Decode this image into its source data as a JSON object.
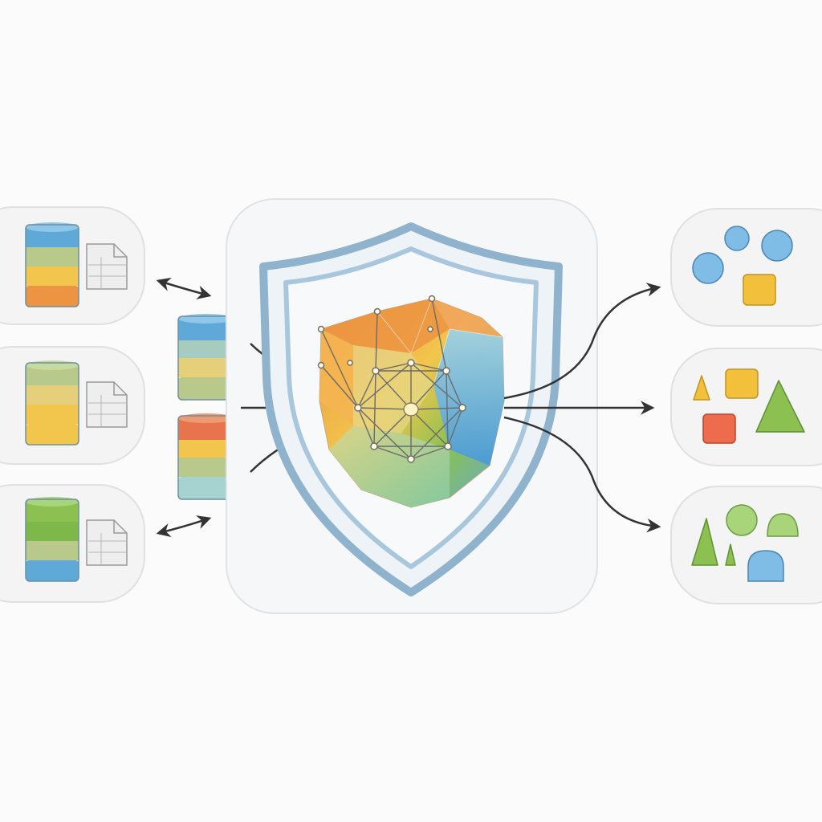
{
  "palette": {
    "background": "#fbfbfb",
    "panel_fill": "#f4f4f4",
    "panel_stroke": "#e0e0e0",
    "shield_outer": "#8fb3cc",
    "shield_inner": "#a9c7dc",
    "arrow": "#333333",
    "blue": "#5fa9d9",
    "orange": "#ec9442",
    "yellow": "#f2c64c",
    "green": "#8cc152",
    "sage": "#b9c98c",
    "red": "#e8744e"
  },
  "diagram": {
    "source_panels": [
      {
        "icons": [
          "database-icon",
          "table-document-icon"
        ],
        "layer_colors": [
          "blue",
          "sage",
          "yellow",
          "orange"
        ]
      },
      {
        "icons": [
          "database-icon",
          "table-document-icon"
        ],
        "layer_colors": [
          "sage",
          "yellow",
          "yellow",
          "yellow"
        ]
      },
      {
        "icons": [
          "database-icon",
          "table-document-icon"
        ],
        "layer_colors": [
          "green",
          "green",
          "sage",
          "blue"
        ]
      }
    ],
    "intermediate_stacks": [
      {
        "icon": "database-icon",
        "layer_colors": [
          "blue",
          "sage",
          "yellow",
          "sage"
        ]
      },
      {
        "icon": "database-icon",
        "layer_colors": [
          "orange",
          "yellow",
          "sage",
          "blue"
        ]
      }
    ],
    "center": {
      "container": "rounded-panel",
      "icons": [
        "shield-icon",
        "polyhedron-icon",
        "network-graph-icon"
      ]
    },
    "output_panels": [
      {
        "icons": [
          "circle-icon",
          "circle-icon",
          "circle-icon",
          "square-icon"
        ]
      },
      {
        "icons": [
          "triangle-icon",
          "square-icon",
          "triangle-icon",
          "square-icon"
        ]
      },
      {
        "icons": [
          "triangle-icon",
          "triangle-icon",
          "circle-icon",
          "dome-icon",
          "dome-icon"
        ]
      }
    ],
    "connectors": {
      "bidirectional_arrows": 2,
      "input_arrows": 4,
      "output_arrows": 3
    }
  }
}
